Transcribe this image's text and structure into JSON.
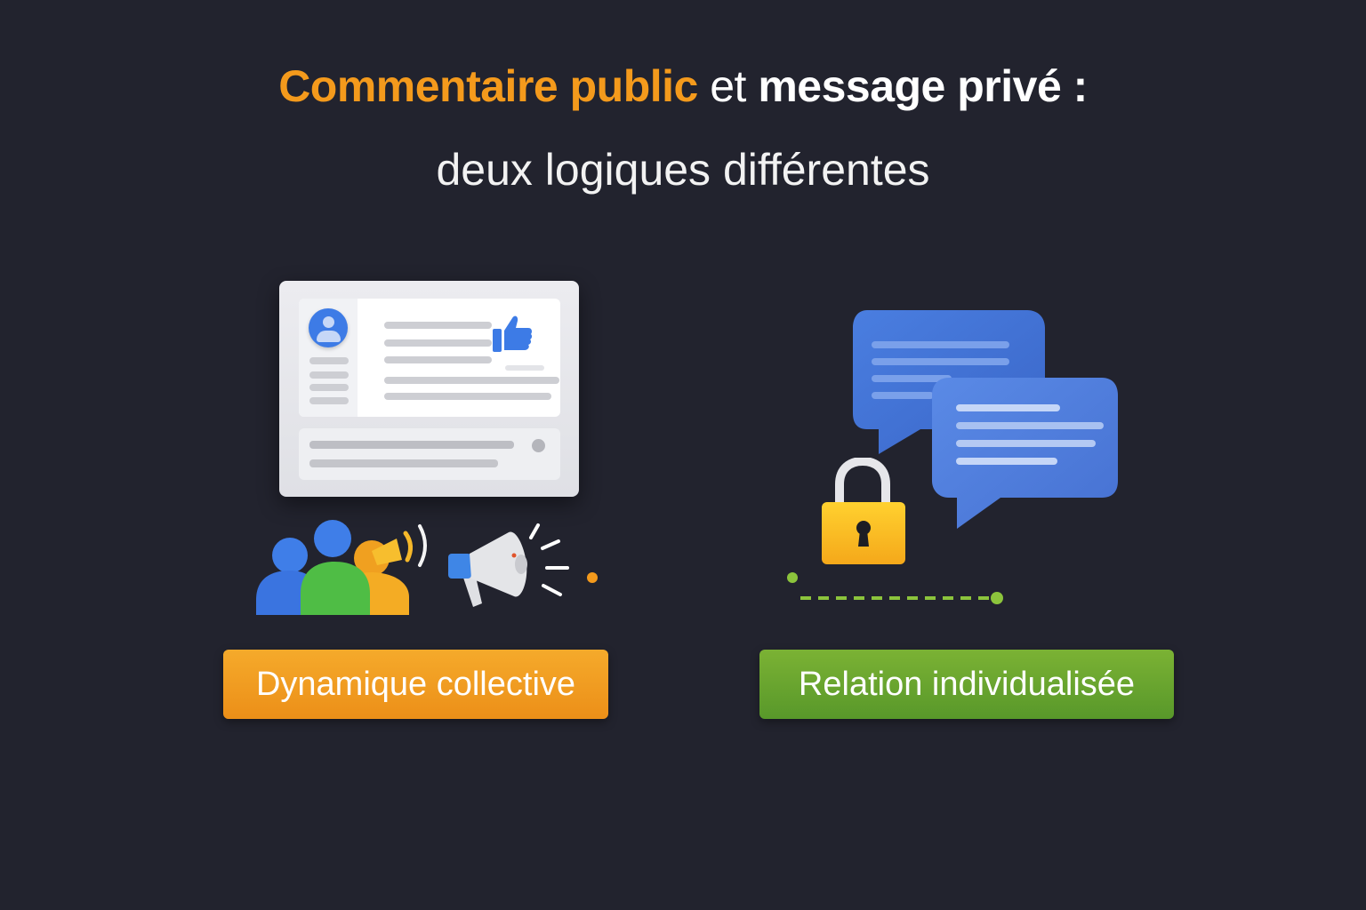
{
  "title": {
    "part1": "Commentaire public",
    "part2": " et ",
    "part3": "message privé :",
    "subtitle": "deux logiques différentes"
  },
  "left": {
    "illustration": "public-post-card",
    "icons": [
      "user-avatar-icon",
      "thumbs-up-icon",
      "group-people-icon",
      "megaphone-icon"
    ],
    "label": "Dynamique collective",
    "label_color": "#f19d22"
  },
  "right": {
    "illustration": "private-chat-bubbles",
    "icons": [
      "chat-bubbles-icon",
      "padlock-icon"
    ],
    "label": "Relation individualisée",
    "label_color": "#6aa72f"
  },
  "colors": {
    "background": "#22232e",
    "accent_orange": "#f49a1c",
    "accent_green": "#8cc43c",
    "bubble_blue": "#4a78d9"
  }
}
